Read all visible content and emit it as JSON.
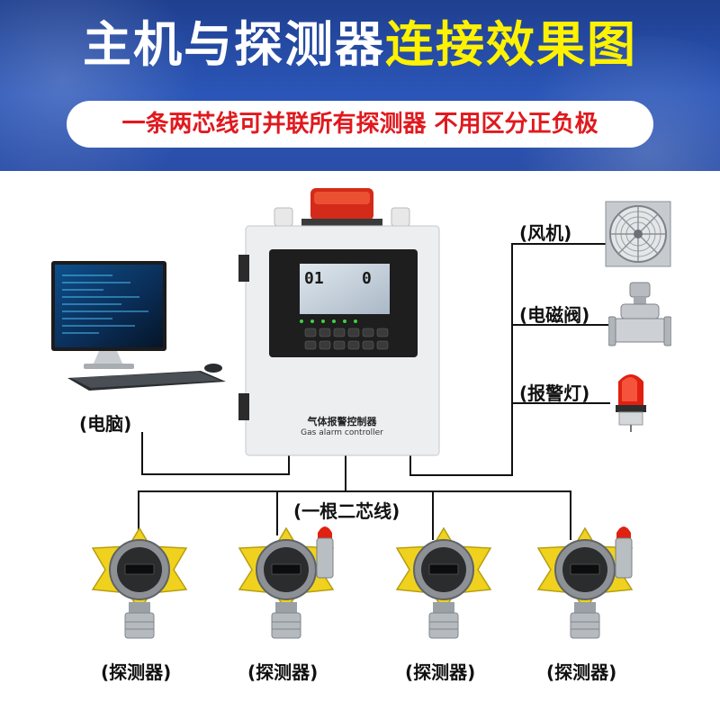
{
  "header": {
    "title_white": "主机与探测器",
    "title_yellow": "连接效果图",
    "subtitle": "一条两芯线可并联所有探测器 不用区分正负极"
  },
  "controller": {
    "lcd_left": "01",
    "lcd_right": "0",
    "label_cn": "气体报警控制器",
    "label_en": "Gas alarm controller"
  },
  "labels": {
    "computer": "(电脑)",
    "fan": "(风机)",
    "valve": "(电磁阀)",
    "alarm_light": "(报警灯)",
    "cable": "(一根二芯线)"
  },
  "detectors": [
    {
      "label": "(探测器)",
      "beacon": false
    },
    {
      "label": "(探测器)",
      "beacon": true
    },
    {
      "label": "(探测器)",
      "beacon": false
    },
    {
      "label": "(探测器)",
      "beacon": true
    }
  ],
  "colors": {
    "header_blue": "#2b56b8",
    "title_yellow": "#fff200",
    "subtitle_red": "#e0191e",
    "detector_yellow": "#f0d21e",
    "alarm_red": "#e02010"
  }
}
